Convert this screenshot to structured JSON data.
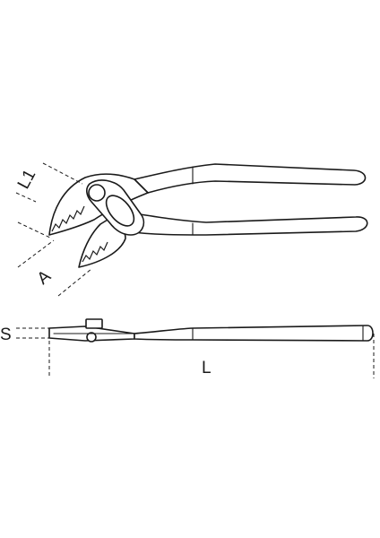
{
  "dimensions": {
    "jaw_length_label": "L1",
    "jaw_opening_label": "A",
    "thickness_label": "S",
    "overall_length_label": "L"
  },
  "colors": {
    "line": "#1a1a1a",
    "background": "#ffffff"
  }
}
